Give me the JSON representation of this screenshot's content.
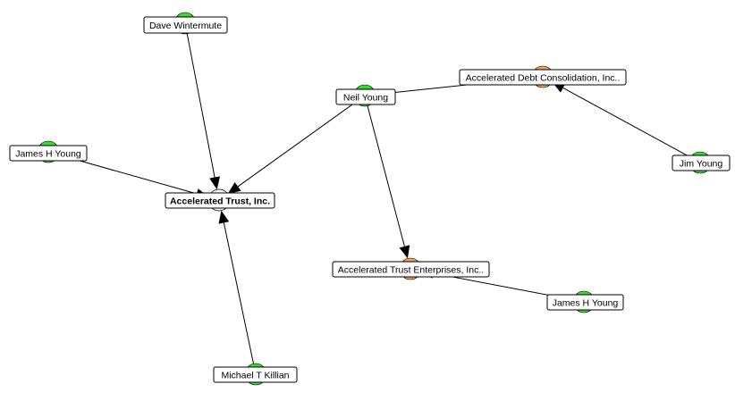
{
  "colors": {
    "person": "#33dd33",
    "company_selected": "#ffffff",
    "company": "#f0a050",
    "edge": "#000000"
  },
  "nodes": [
    {
      "id": "dave",
      "label": "Dave Wintermute",
      "kind": "person",
      "bold": false
    },
    {
      "id": "james1",
      "label": "James H Young",
      "kind": "person",
      "bold": false
    },
    {
      "id": "accel_trust",
      "label": "Accelerated Trust, Inc.",
      "kind": "company_selected",
      "bold": true
    },
    {
      "id": "neil",
      "label": "Neil Young",
      "kind": "person",
      "bold": false
    },
    {
      "id": "accel_debt",
      "label": "Accelerated Debt Consolidation, Inc..",
      "kind": "company",
      "bold": false
    },
    {
      "id": "jim",
      "label": "Jim Young",
      "kind": "person",
      "bold": false
    },
    {
      "id": "accel_ent",
      "label": "Accelerated Trust Enterprises, Inc..",
      "kind": "company",
      "bold": false
    },
    {
      "id": "james2",
      "label": "James H Young",
      "kind": "person",
      "bold": false
    },
    {
      "id": "michael",
      "label": "Michael T Killian",
      "kind": "person",
      "bold": false
    }
  ],
  "edges": [
    {
      "from": "dave",
      "to": "accel_trust"
    },
    {
      "from": "james1",
      "to": "accel_trust"
    },
    {
      "from": "neil",
      "to": "accel_trust"
    },
    {
      "from": "michael",
      "to": "accel_trust"
    },
    {
      "from": "neil",
      "to": "accel_debt"
    },
    {
      "from": "jim",
      "to": "accel_debt"
    },
    {
      "from": "neil",
      "to": "accel_ent"
    },
    {
      "from": "james2",
      "to": "accel_ent"
    }
  ]
}
